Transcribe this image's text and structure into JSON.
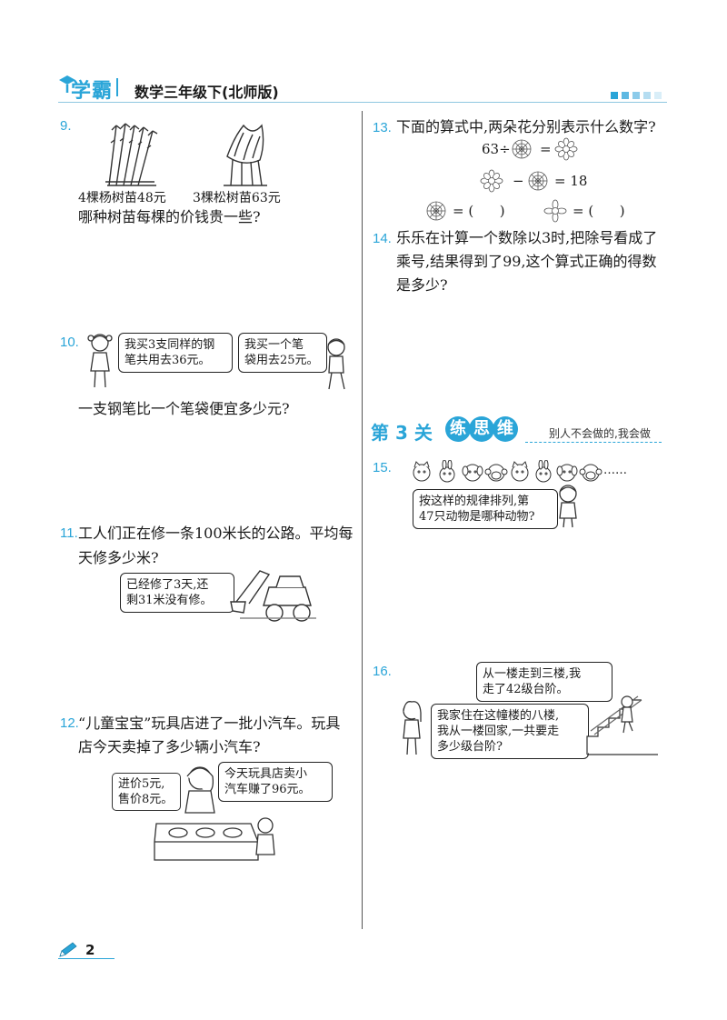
{
  "header": {
    "logo": "学霸",
    "book_title": "数学三年级下(北师版)"
  },
  "q9": {
    "num": "9.",
    "label_left": "4棵杨树苗48元",
    "label_right": "3棵松树苗63元",
    "question": "哪种树苗每棵的价钱贵一些?"
  },
  "q10": {
    "num": "10.",
    "bubble_left_1": "我买3支同样的钢",
    "bubble_left_2": "笔共用去36元。",
    "bubble_right_1": "我买一个笔",
    "bubble_right_2": "袋用去25元。",
    "question": "一支钢笔比一个笔袋便宜多少元?"
  },
  "q11": {
    "num": "11.",
    "line1": "工人们正在修一条100米长的公路。平均每",
    "line2": "天修多少米?",
    "bubble_1": "已经修了3天,还",
    "bubble_2": "剩31米没有修。"
  },
  "q12": {
    "num": "12.",
    "line1": "“儿童宝宝”玩具店进了一批小汽车。玩具",
    "line2": "店今天卖掉了多少辆小汽车?",
    "box_1": "进价5元,",
    "box_2": "售价8元。",
    "bubble_1": "今天玩具店卖小",
    "bubble_2": "汽车赚了96元。"
  },
  "q13": {
    "num": "13.",
    "question": "下面的算式中,两朵花分别表示什么数字?",
    "eq1_prefix": "63÷",
    "eq1_equals": "=",
    "eq2_minus": "−",
    "eq2_result": "= 18",
    "ans1": "= (      )",
    "ans2": "= (      )"
  },
  "q14": {
    "num": "14.",
    "line1": "乐乐在计算一个数除以3时,把除号看成了",
    "line2": "乘号,结果得到了99,这个算式正确的得数",
    "line3": "是多少?"
  },
  "section": {
    "title": "第 3 关",
    "badge_1": "练",
    "badge_2": "思",
    "badge_3": "维",
    "slogan": "别人不会做的,我会做"
  },
  "q15": {
    "num": "15.",
    "ellipsis": "……",
    "bubble_1": "按这样的规律排列,第",
    "bubble_2": "47只动物是哪种动物?"
  },
  "q16": {
    "num": "16.",
    "bubble_top_1": "从一楼走到三楼,我",
    "bubble_top_2": "走了42级台阶。",
    "bubble_left_1": "我家住在这幢楼的八楼,",
    "bubble_left_2": "我从一楼回家,一共要走",
    "bubble_left_3": "多少级台阶?"
  },
  "footer": {
    "page_number": "2"
  },
  "colors": {
    "accent": "#2aa5d8",
    "text": "#1a1a1a"
  }
}
